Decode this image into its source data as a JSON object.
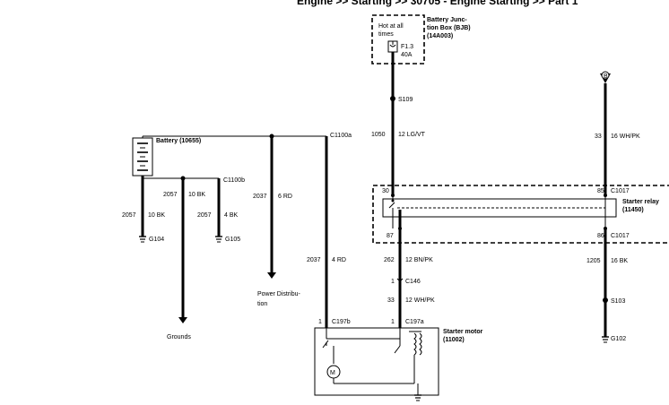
{
  "header": {
    "title": "Engine >> Starting >> 30705 - Engine Starting >> Part 1"
  },
  "bjb": {
    "title_l1": "Battery Junc-",
    "title_l2": "tion Box (BJB)",
    "title_l3": "(14A003)",
    "hot_l1": "Hot at all",
    "hot_l2": "times",
    "fuse": "F1.3",
    "rating": "40A"
  },
  "splices": {
    "s109": "S109",
    "s103": "S103"
  },
  "wires": {
    "w1050_num": "1050",
    "w1050_col": "12 LG/VT",
    "w33a_num": "33",
    "w33a_col": "16 WH/PK",
    "w2057a_num": "2057",
    "w2057a_col": "10 BK",
    "w2057b_num": "2057",
    "w2057b_col": "10 BK",
    "w2057c_num": "2057",
    "w2057c_col": "4 BK",
    "w2037a_num": "2037",
    "w2037a_col": "6 RD",
    "w2037b_num": "2037",
    "w2037b_col": "4 RD",
    "w262_num": "262",
    "w262_col": "12 BN/PK",
    "w33b_num": "33",
    "w33b_col": "12 WH/PK",
    "w1205_num": "1205",
    "w1205_col": "16 BK"
  },
  "connectors": {
    "c1100a": "C1100a",
    "c1100b": "C1100b",
    "c1017_top": "C1017",
    "c1017_bot": "C1017",
    "c146": "C146",
    "c197b": "C197b",
    "c197a": "C197a"
  },
  "pins": {
    "p30": "30",
    "p85": "85",
    "p87": "87",
    "p86": "86",
    "p1_c146": "1",
    "p1_c197b": "1",
    "p1_c197a": "1"
  },
  "grounds": {
    "g104": "G104",
    "g105": "G105",
    "g102": "G102"
  },
  "components": {
    "battery": "Battery (10655)",
    "relay_l1": "Starter relay",
    "relay_l2": "(11450)",
    "motor_l1": "Starter motor",
    "motor_l2": "(11002)",
    "motor_symbol": "M"
  },
  "labels": {
    "grounds": "Grounds",
    "power_l1": "Power Distribu-",
    "power_l2": "tion",
    "ref_b": "B"
  }
}
